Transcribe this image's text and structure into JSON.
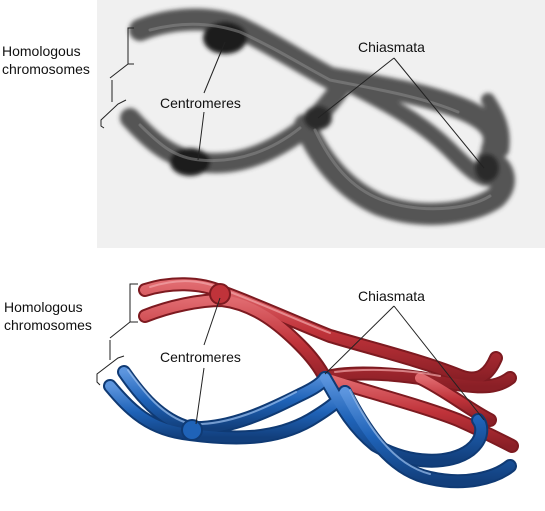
{
  "micrograph": {
    "labels": {
      "homologous_line1": "Homologous",
      "homologous_line2": "chromosomes",
      "centromeres": "Centromeres",
      "chiasmata": "Chiasmata"
    }
  },
  "illustration": {
    "labels": {
      "homologous_line1": "Homologous",
      "homologous_line2": "chromosomes",
      "centromeres": "Centromeres",
      "chiasmata": "Chiasmata"
    }
  },
  "colors": {
    "red_chromosome": "#c0333a",
    "blue_chromosome": "#1f63b8",
    "micrograph_bg": "#f0f0f0",
    "micrograph_chromatin": "#3a3a3a"
  }
}
